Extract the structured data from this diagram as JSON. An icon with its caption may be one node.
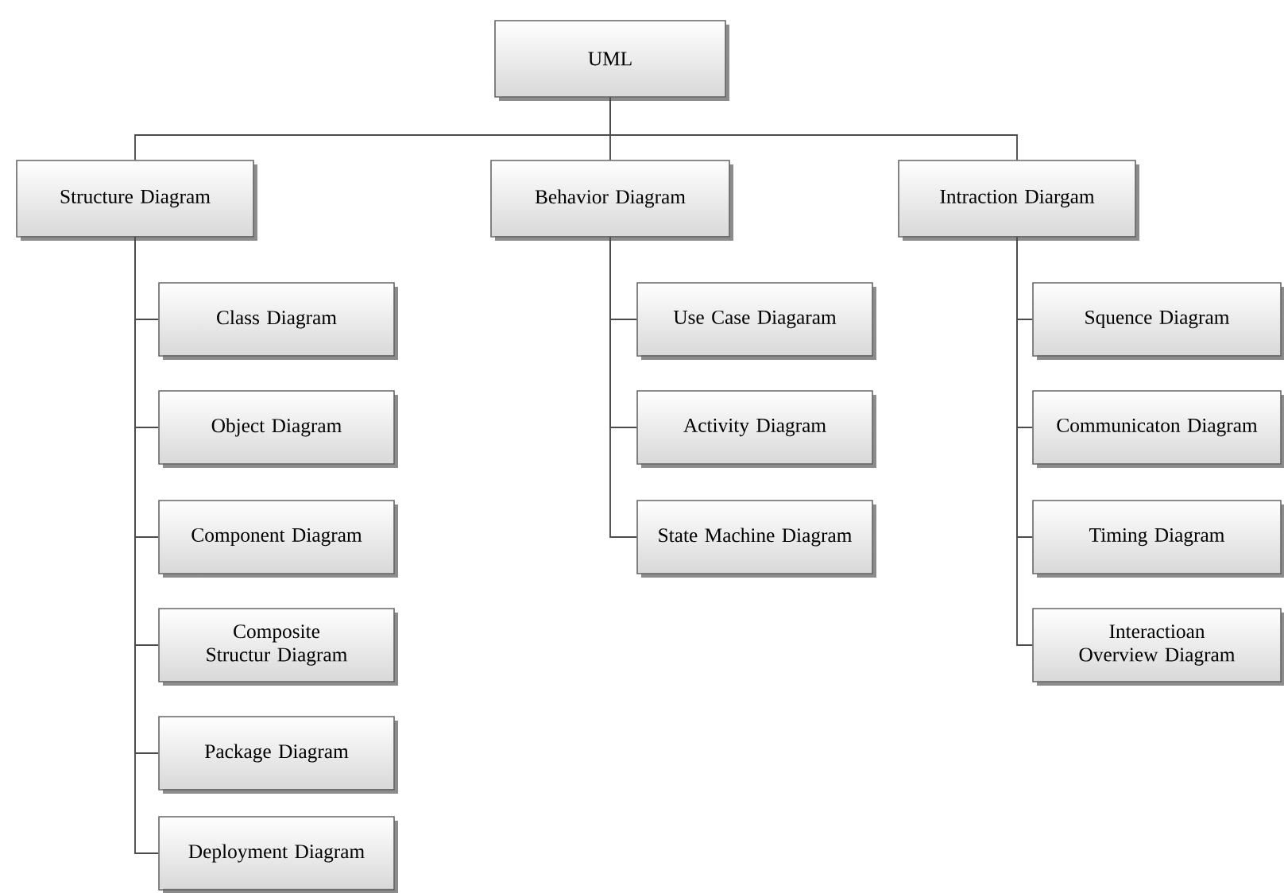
{
  "diagram": {
    "nodes": [
      {
        "text": [
          "UML"
        ]
      },
      {
        "text": [
          "Structure Diagram"
        ]
      },
      {
        "text": [
          "Behavior Diagram"
        ]
      },
      {
        "text": [
          "Intraction Diargam"
        ]
      },
      {
        "text": [
          "Class Diagram"
        ]
      },
      {
        "text": [
          "Object Diagram"
        ]
      },
      {
        "text": [
          "Component Diagram"
        ]
      },
      {
        "text": [
          "Composite Structur Diagram"
        ]
      },
      {
        "text": [
          "Package Diagram"
        ]
      },
      {
        "text": [
          "Deployment Diagram"
        ]
      },
      {
        "text": [
          "Use Case Diagaram"
        ]
      },
      {
        "text": [
          "Activity Diagram"
        ]
      },
      {
        "text": [
          "State Machine Diagram"
        ]
      },
      {
        "text": [
          "Squence Diagram"
        ]
      },
      {
        "text": [
          "Communicaton Diagram"
        ]
      },
      {
        "text": [
          "Timing Diagram"
        ]
      },
      {
        "text": [
          "Interactioan Overview Diagram"
        ]
      }
    ],
    "edges": [
      {
        "from": 0,
        "to": 1,
        "arrow": "none"
      },
      {
        "from": 0,
        "to": 2,
        "arrow": "none"
      },
      {
        "from": 0,
        "to": 3,
        "arrow": "none"
      },
      {
        "from": 1,
        "to": 4,
        "arrow": "none"
      },
      {
        "from": 1,
        "to": 5,
        "arrow": "none"
      },
      {
        "from": 1,
        "to": 6,
        "arrow": "none"
      },
      {
        "from": 1,
        "to": 7,
        "arrow": "none"
      },
      {
        "from": 1,
        "to": 8,
        "arrow": "none"
      },
      {
        "from": 1,
        "to": 9,
        "arrow": "none"
      },
      {
        "from": 2,
        "to": 10,
        "arrow": "none"
      },
      {
        "from": 2,
        "to": 11,
        "arrow": "none"
      },
      {
        "from": 2,
        "to": 12,
        "arrow": "none"
      },
      {
        "from": 3,
        "to": 13,
        "arrow": "none"
      },
      {
        "from": 3,
        "to": 14,
        "arrow": "none"
      },
      {
        "from": 3,
        "to": 15,
        "arrow": "none"
      },
      {
        "from": 3,
        "to": 16,
        "arrow": "none"
      }
    ]
  }
}
